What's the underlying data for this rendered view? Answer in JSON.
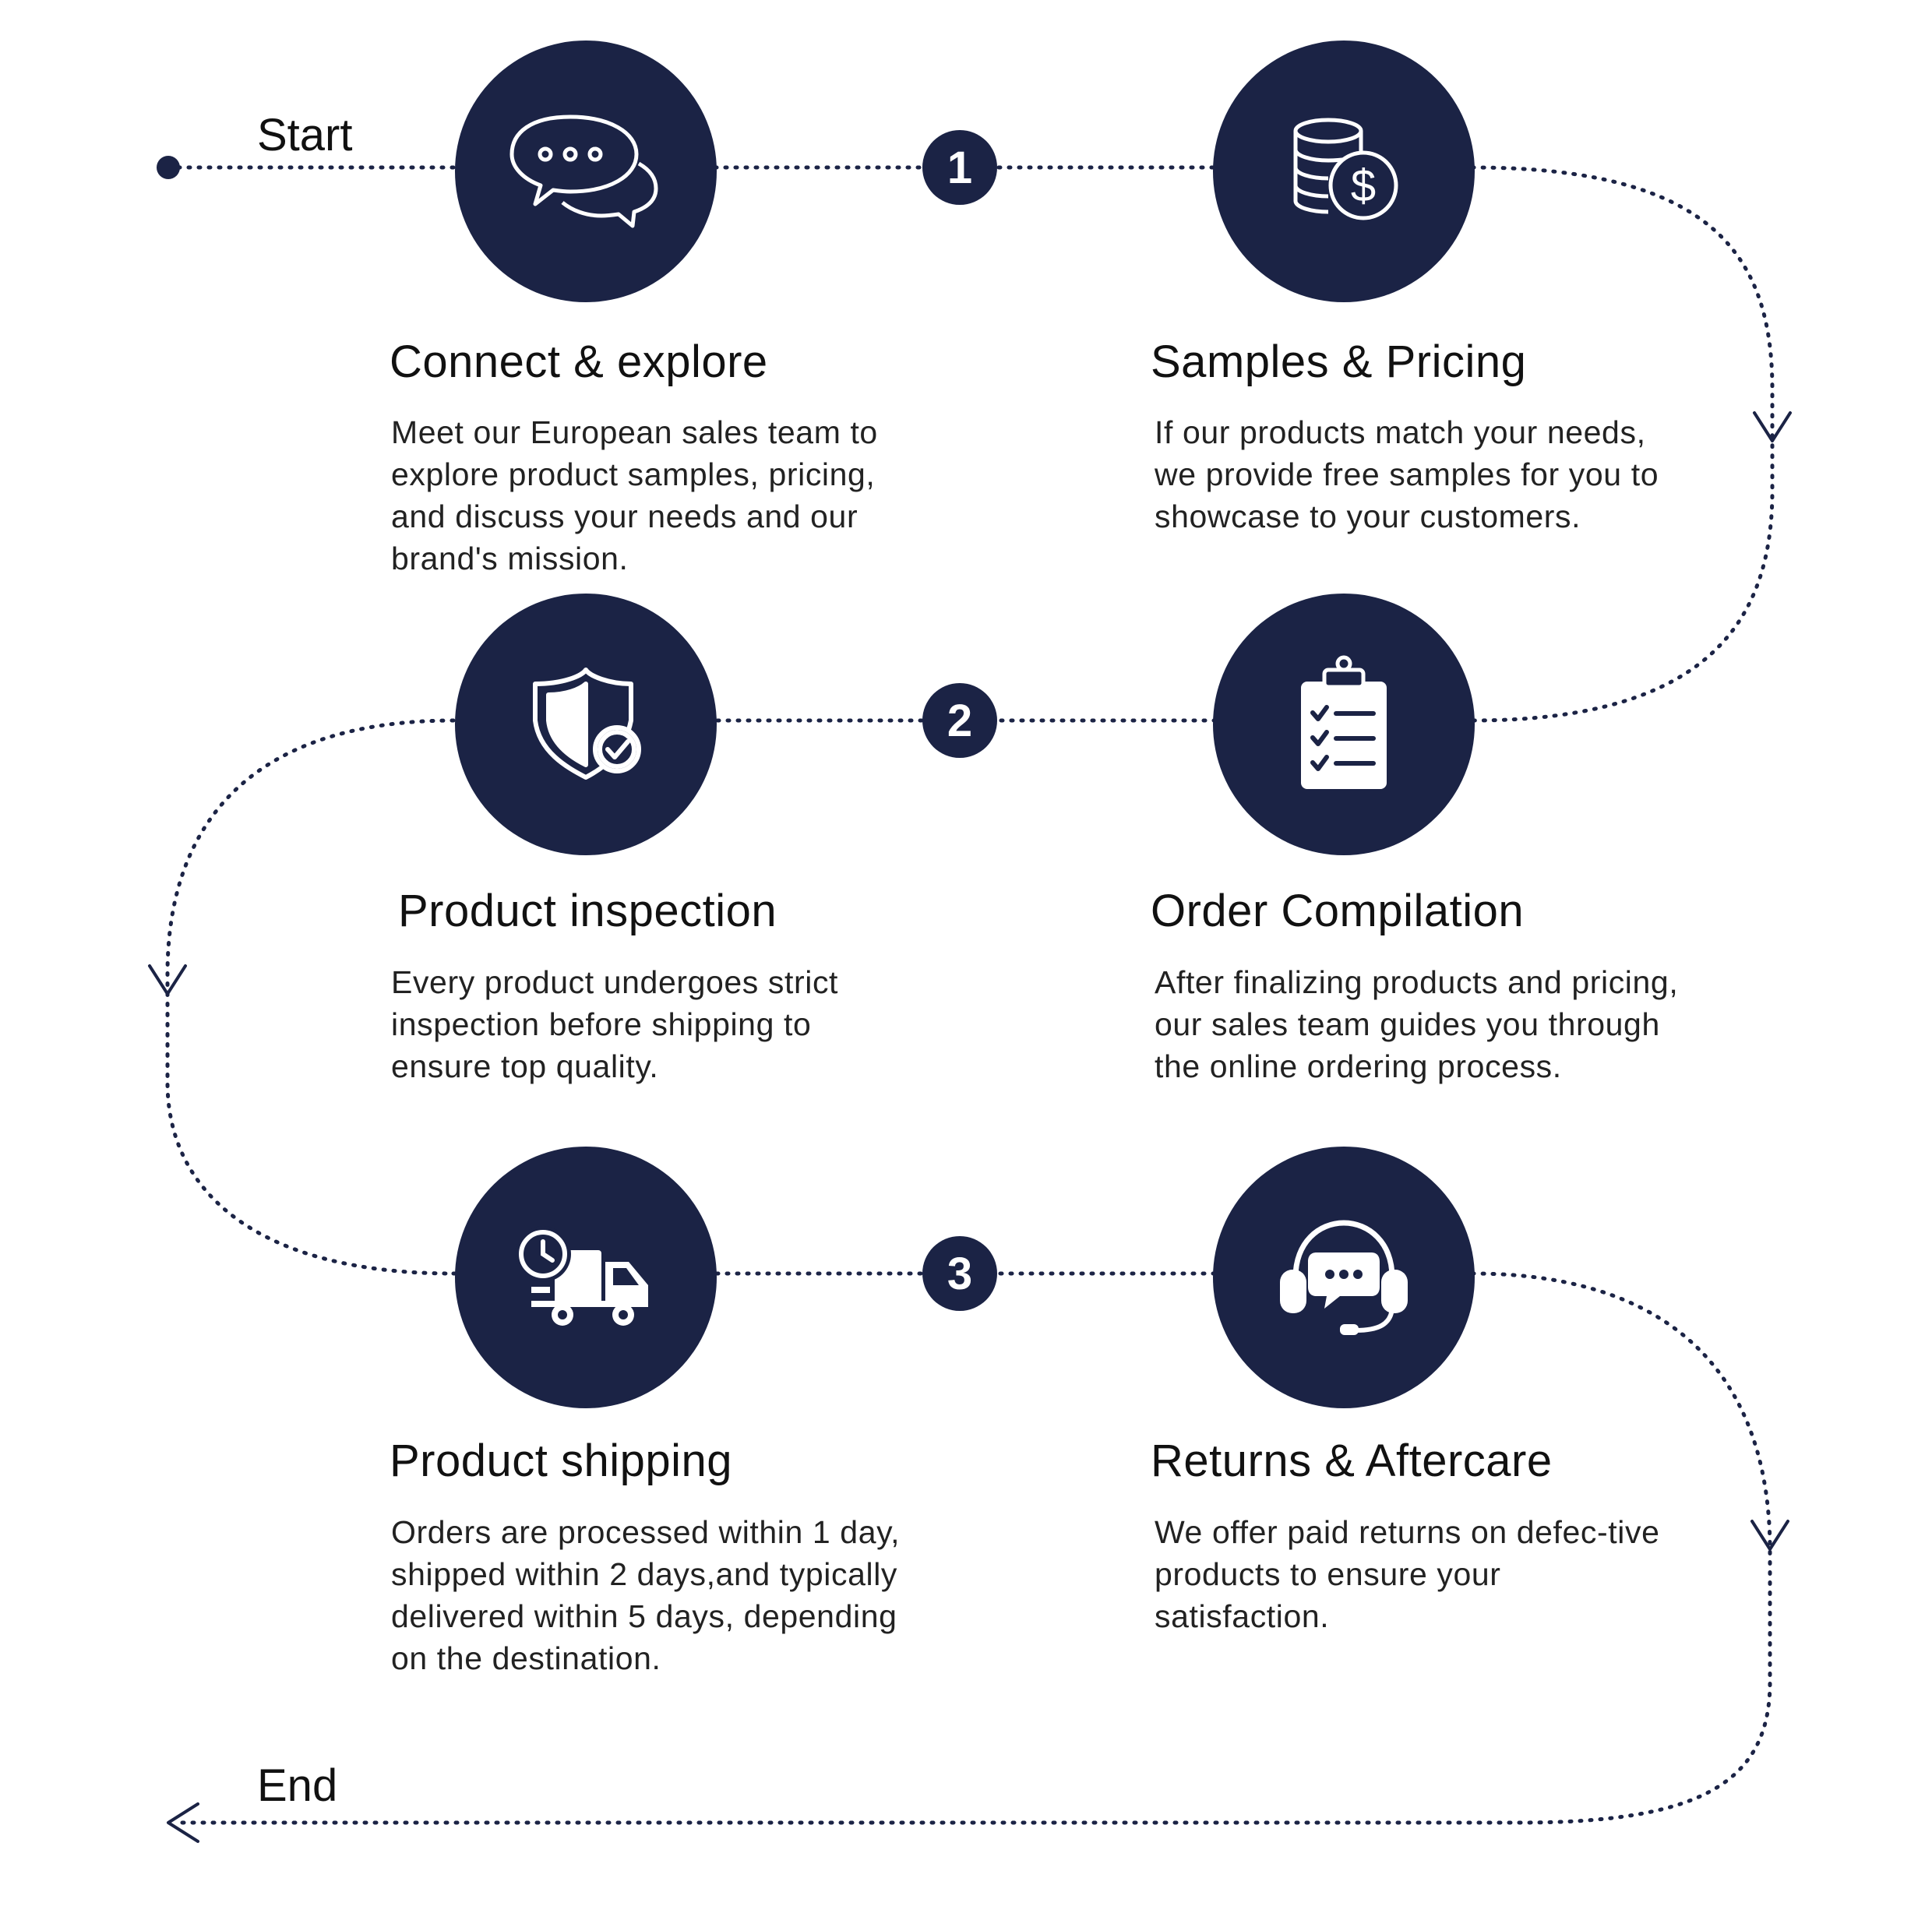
{
  "diagram": {
    "start_label": "Start",
    "end_label": "End",
    "colors": {
      "navy": "#1b2345",
      "text": "#111111",
      "background": "#ffffff"
    },
    "step_numbers": [
      "1",
      "2",
      "3"
    ],
    "steps": [
      {
        "title": "Connect & explore",
        "icon": "chat-bubbles-icon",
        "description": "Meet our European sales team to explore product samples, pricing, and discuss your needs and our brand's mission."
      },
      {
        "title": "Samples & Pricing",
        "icon": "coins-dollar-icon",
        "description": "If our products match your needs, we provide free samples for you to showcase to your customers."
      },
      {
        "title": "Product inspection",
        "icon": "shield-check-icon",
        "description": "Every product undergoes strict inspection before shipping to ensure top quality."
      },
      {
        "title": "Order Compilation",
        "icon": "clipboard-checklist-icon",
        "description": "After finalizing products and pricing, our sales team guides you through the online ordering process."
      },
      {
        "title": "Product shipping",
        "icon": "delivery-truck-clock-icon",
        "description": "Orders are processed within 1 day, shipped within 2 days,and typically delivered within 5 days, depending on the destination."
      },
      {
        "title": "Returns & Aftercare",
        "icon": "support-headset-icon",
        "description": "We offer paid returns on defec-tive products to ensure your satisfaction."
      }
    ]
  }
}
